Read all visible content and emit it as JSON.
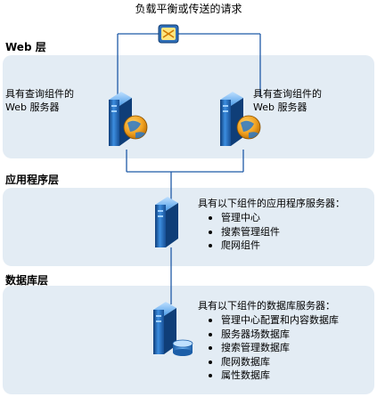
{
  "lb_label": "负载平衡或传送的请求",
  "tiers": {
    "web": {
      "label": "Web 层",
      "left_server_label": [
        "具有查询组件的",
        "Web 服务器"
      ],
      "right_server_label": [
        "具有查询组件的",
        "Web 服务器"
      ]
    },
    "app": {
      "label": "应用程序层",
      "heading": "具有以下组件的应用程序服务器：",
      "items": [
        "管理中心",
        "搜索管理组件",
        "爬网组件"
      ]
    },
    "db": {
      "label": "数据库层",
      "heading": "具有以下组件的数据库服务器：",
      "items": [
        "管理中心配置和内容数据库",
        "服务器场数据库",
        "搜索管理数据库",
        "爬网数据库",
        "属性数据库"
      ]
    }
  },
  "colors": {
    "band": "#e3ecf4",
    "line": "#1f5aa8",
    "server": "#2a78c8",
    "globe": "#f0a020"
  },
  "icons": [
    "load-balancer-icon",
    "web-server-icon",
    "app-server-icon",
    "database-server-icon"
  ]
}
